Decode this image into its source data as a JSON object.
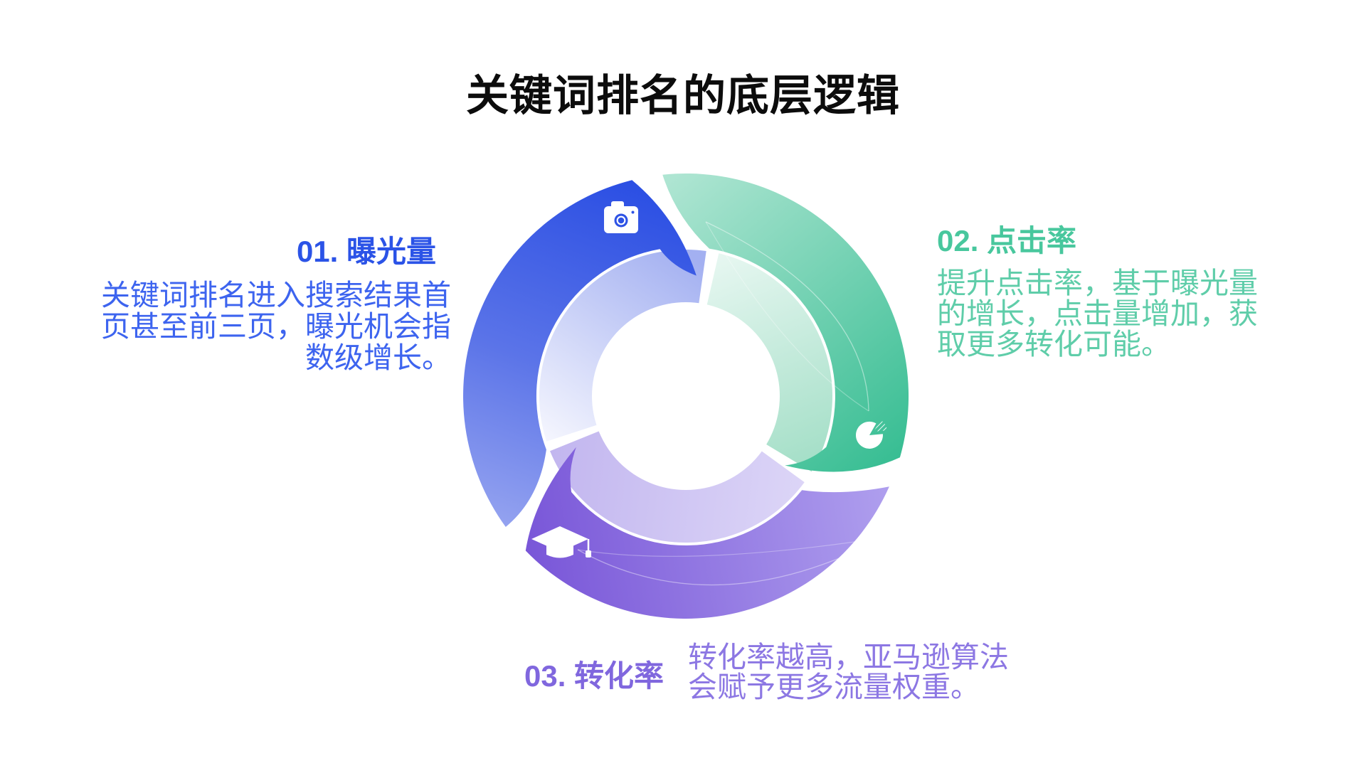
{
  "title": "关键词排名的底层逻辑",
  "diagram": {
    "type": "cycle-donut",
    "steps": [
      {
        "number": "01",
        "label": "曝光量",
        "heading": "01. 曝光量",
        "icon": "camera-icon",
        "color": "#2B53E7",
        "body_color": "#3D64EF",
        "segment_gradient": [
          "#2A4EE3",
          "#96A4F0"
        ],
        "inner_gradient": [
          "#A3B0F1",
          "#F5F6FE"
        ],
        "body_lines": [
          "关键词排名进入搜索结果首",
          "页甚至前三页，曝光机会指",
          "数级增长。"
        ],
        "body_text": "关键词排名进入搜索结果首页甚至前三页，曝光机会指数级增长。"
      },
      {
        "number": "02",
        "label": "点击率",
        "heading": "02. 点击率",
        "icon": "pie-chart-icon",
        "color": "#48C79D",
        "body_color": "#5FCDA9",
        "segment_gradient": [
          "#AEE5D2",
          "#36BD92"
        ],
        "inner_gradient": [
          "#E7F7F1",
          "#A2DEC6"
        ],
        "body_lines": [
          "提升点击率，基于曝光量",
          "的增长，点击量增加，获",
          "取更多转化可能。"
        ],
        "body_text": "提升点击率，基于曝光量的增长，点击量增加，获取更多转化可能。"
      },
      {
        "number": "03",
        "label": "转化率",
        "heading": "03. 转化率",
        "icon": "graduation-cap-icon",
        "color": "#8067DE",
        "body_color": "#8C77E3",
        "segment_gradient": [
          "#7956D8",
          "#AF9FEE"
        ],
        "inner_gradient": [
          "#C2B6EF",
          "#DCD5F7"
        ],
        "body_lines": [
          "转化率越高，亚马逊算法",
          "会赋予更多流量权重。"
        ],
        "body_text": "转化率越高，亚马逊算法会赋予更多流量权重。"
      }
    ],
    "title_color": "#0c0c0c",
    "background": "#ffffff"
  }
}
